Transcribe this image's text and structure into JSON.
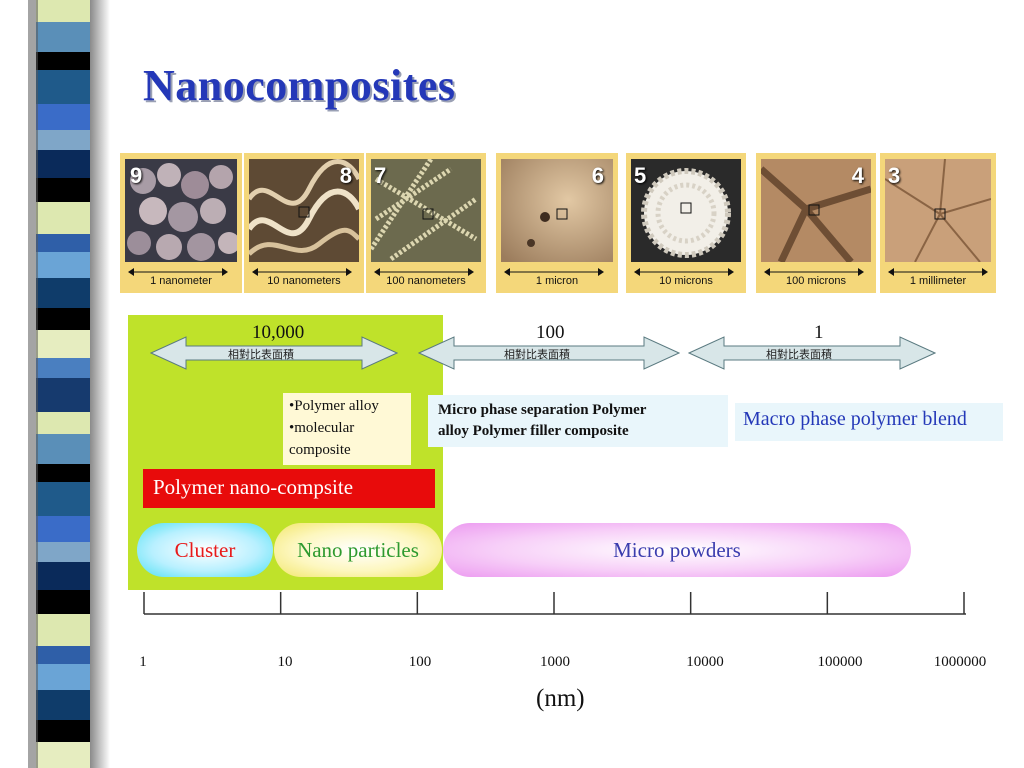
{
  "slide": {
    "title": "Nanocomposites"
  },
  "images": [
    {
      "number": "9",
      "caption": "1 nanometer",
      "picture": "nanoparticle-spheres"
    },
    {
      "number": "8",
      "caption": "10 nanometers",
      "picture": "helical-molecule"
    },
    {
      "number": "7",
      "caption": "100 nanometers",
      "picture": "fern-lattice"
    },
    {
      "number": "6",
      "caption": "1 micron",
      "picture": "cell-surface"
    },
    {
      "number": "5",
      "caption": "10 microns",
      "picture": "pollen-grain"
    },
    {
      "number": "4",
      "caption": "100 microns",
      "picture": "leaf-folds"
    },
    {
      "number": "3",
      "caption": "1 millimeter",
      "picture": "cracked-surface"
    }
  ],
  "ratio_arrows": [
    {
      "value": "10,000",
      "label": "相對比表面積"
    },
    {
      "value": "100",
      "label": "相對比表面積"
    },
    {
      "value": "1",
      "label": "相對比表面積"
    }
  ],
  "boxes": {
    "alloy_lines": [
      "•Polymer alloy",
      "•molecular",
      "composite"
    ],
    "micro_phase_lines": [
      "Micro phase separation Polymer",
      "alloy Polymer filler composite"
    ],
    "macro_phase": "Macro phase polymer blend",
    "nanocomposite": "Polymer nano-compsite"
  },
  "pills": {
    "cluster": "Cluster",
    "nano_particles": "Nano particles",
    "micro_powders": "Micro powders"
  },
  "axis": {
    "ticks": [
      "1",
      "10",
      "100",
      "1000",
      "10000",
      "100000",
      "1000000"
    ],
    "unit": "(nm)"
  },
  "colors": {
    "title": "#2438b8",
    "green_zone": "#bfe22a",
    "nanocomposite_bar": "#e80b0b",
    "macro_text": "#2438b8"
  }
}
